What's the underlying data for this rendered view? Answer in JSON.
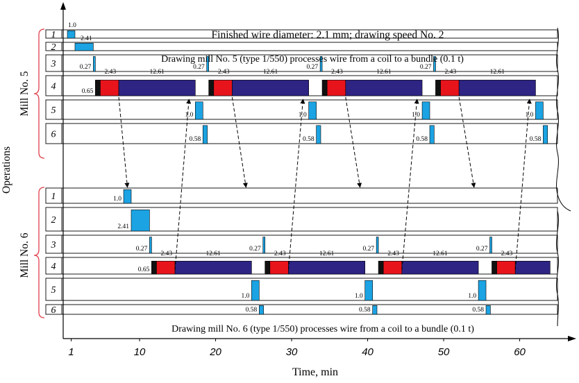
{
  "header": {
    "title": "Finished wire diameter: 2.1 mm; drawing speed No. 2",
    "mill5_caption": "Drawing mill No. 5 (type 1/550) processes wire from a coil to a bundle (0.1 t)"
  },
  "footer": {
    "mill6_caption": "Drawing mill No. 6 (type 1/550) processes wire from a coil to a bundle (0.1 t)"
  },
  "axes": {
    "y_title": "Operations",
    "x_title": "Time, min",
    "x_ticks": [
      "1",
      "10",
      "20",
      "30",
      "40",
      "50",
      "60"
    ]
  },
  "colors": {
    "blue_op": "#1ba3e3",
    "red_op": "#e8141c",
    "long_op": "#2d2484",
    "marker": "#111111",
    "bracket": "#e0404a",
    "line": "#000000"
  },
  "chart_data": {
    "type": "gantt",
    "x_unit": "min",
    "x_range": [
      0,
      64
    ],
    "operation_labels": [
      "1",
      "2",
      "3",
      "4",
      "5",
      "6"
    ],
    "mills": [
      {
        "name": "Mill No. 5",
        "operations": [
          {
            "op": "1",
            "bars": [
              {
                "start": 0.5,
                "end": 1.5,
                "label": "1.0",
                "color": "blue_op"
              }
            ]
          },
          {
            "op": "2",
            "bars": [
              {
                "start": 1.5,
                "end": 3.91,
                "label": "2.41",
                "color": "blue_op"
              }
            ]
          },
          {
            "op": "3",
            "bars": [
              {
                "start": 3.91,
                "end": 4.18,
                "label": "0.27",
                "color": "blue_op"
              },
              {
                "start": 18.83,
                "end": 19.1,
                "label": "0.27",
                "color": "blue_op"
              },
              {
                "start": 33.75,
                "end": 34.02,
                "label": "0.27",
                "color": "blue_op"
              },
              {
                "start": 48.67,
                "end": 48.94,
                "label": "0.27",
                "color": "blue_op"
              }
            ]
          },
          {
            "op": "4",
            "bars": [
              {
                "start": 4.18,
                "end": 4.83,
                "label": "0.65",
                "color": "marker"
              },
              {
                "start": 4.83,
                "end": 7.26,
                "label": "2.43",
                "color": "red_op"
              },
              {
                "start": 7.26,
                "end": 17.33,
                "label": "12.61",
                "color": "long_op"
              },
              {
                "start": 19.1,
                "end": 19.75,
                "label": "",
                "color": "marker"
              },
              {
                "start": 19.75,
                "end": 22.18,
                "label": "2.43",
                "color": "red_op"
              },
              {
                "start": 22.18,
                "end": 32.25,
                "label": "12.61",
                "color": "long_op"
              },
              {
                "start": 34.02,
                "end": 34.67,
                "label": "",
                "color": "marker"
              },
              {
                "start": 34.67,
                "end": 37.1,
                "label": "2.43",
                "color": "red_op"
              },
              {
                "start": 37.1,
                "end": 47.17,
                "label": "12.61",
                "color": "long_op"
              },
              {
                "start": 48.94,
                "end": 49.59,
                "label": "",
                "color": "marker"
              },
              {
                "start": 49.59,
                "end": 52.02,
                "label": "2.43",
                "color": "red_op"
              },
              {
                "start": 52.02,
                "end": 62.09,
                "label": "12.61",
                "color": "long_op"
              }
            ]
          },
          {
            "op": "5",
            "bars": [
              {
                "start": 17.33,
                "end": 18.33,
                "label": "1.0",
                "color": "blue_op"
              },
              {
                "start": 32.25,
                "end": 33.25,
                "label": "1.0",
                "color": "blue_op"
              },
              {
                "start": 47.17,
                "end": 48.17,
                "label": "1.0",
                "color": "blue_op"
              },
              {
                "start": 62.09,
                "end": 63.09,
                "label": "1.0",
                "color": "blue_op"
              }
            ]
          },
          {
            "op": "6",
            "bars": [
              {
                "start": 18.33,
                "end": 18.91,
                "label": "0.58",
                "color": "blue_op"
              },
              {
                "start": 33.25,
                "end": 33.83,
                "label": "0.58",
                "color": "blue_op"
              },
              {
                "start": 48.17,
                "end": 48.75,
                "label": "0.58",
                "color": "blue_op"
              },
              {
                "start": 63.09,
                "end": 63.67,
                "label": "0.58",
                "color": "blue_op"
              }
            ]
          }
        ]
      },
      {
        "name": "Mill No. 6",
        "operations": [
          {
            "op": "1",
            "bars": [
              {
                "start": 7.9,
                "end": 8.9,
                "label": "1.0",
                "color": "blue_op"
              }
            ]
          },
          {
            "op": "2",
            "bars": [
              {
                "start": 8.9,
                "end": 11.31,
                "label": "2.41",
                "color": "blue_op"
              }
            ]
          },
          {
            "op": "3",
            "bars": [
              {
                "start": 11.31,
                "end": 11.58,
                "label": "0.27",
                "color": "blue_op"
              },
              {
                "start": 26.23,
                "end": 26.5,
                "label": "0.27",
                "color": "blue_op"
              },
              {
                "start": 41.15,
                "end": 41.42,
                "label": "0.27",
                "color": "blue_op"
              },
              {
                "start": 56.07,
                "end": 56.34,
                "label": "0.27",
                "color": "blue_op"
              }
            ]
          },
          {
            "op": "4",
            "bars": [
              {
                "start": 11.58,
                "end": 12.23,
                "label": "0.65",
                "color": "marker"
              },
              {
                "start": 12.23,
                "end": 14.66,
                "label": "2.43",
                "color": "red_op"
              },
              {
                "start": 14.66,
                "end": 24.73,
                "label": "12.61",
                "color": "long_op"
              },
              {
                "start": 26.5,
                "end": 27.15,
                "label": "",
                "color": "marker"
              },
              {
                "start": 27.15,
                "end": 29.58,
                "label": "2.43",
                "color": "red_op"
              },
              {
                "start": 29.58,
                "end": 39.65,
                "label": "12.61",
                "color": "long_op"
              },
              {
                "start": 41.42,
                "end": 42.07,
                "label": "",
                "color": "marker"
              },
              {
                "start": 42.07,
                "end": 44.5,
                "label": "2.43",
                "color": "red_op"
              },
              {
                "start": 44.5,
                "end": 54.57,
                "label": "12.61",
                "color": "long_op"
              },
              {
                "start": 56.34,
                "end": 56.99,
                "label": "",
                "color": "marker"
              },
              {
                "start": 56.99,
                "end": 59.42,
                "label": "2.43",
                "color": "red_op"
              },
              {
                "start": 59.42,
                "end": 64.0,
                "label": "",
                "color": "long_op"
              }
            ]
          },
          {
            "op": "5",
            "bars": [
              {
                "start": 24.73,
                "end": 25.73,
                "label": "1.0",
                "color": "blue_op"
              },
              {
                "start": 39.65,
                "end": 40.65,
                "label": "1.0",
                "color": "blue_op"
              },
              {
                "start": 54.57,
                "end": 55.57,
                "label": "1.0",
                "color": "blue_op"
              }
            ]
          },
          {
            "op": "6",
            "bars": [
              {
                "start": 25.73,
                "end": 26.31,
                "label": "0.58",
                "color": "blue_op"
              },
              {
                "start": 40.65,
                "end": 41.23,
                "label": "0.58",
                "color": "blue_op"
              },
              {
                "start": 55.57,
                "end": 56.15,
                "label": "0.58",
                "color": "blue_op"
              }
            ]
          }
        ]
      }
    ],
    "transfers": [
      {
        "from_mill": "Mill No. 5",
        "from_time": 7.26,
        "to_mill": "Mill No. 6",
        "to_time": 8.4
      },
      {
        "from_mill": "Mill No. 5",
        "from_time": 22.18,
        "to_mill": "Mill No. 6",
        "to_time": 24.0
      },
      {
        "from_mill": "Mill No. 5",
        "from_time": 37.1,
        "to_mill": "Mill No. 6",
        "to_time": 39.0
      },
      {
        "from_mill": "Mill No. 5",
        "from_time": 52.02,
        "to_mill": "Mill No. 6",
        "to_time": 54.0
      },
      {
        "from_mill": "Mill No. 6",
        "from_time": 14.66,
        "to_mill": "Mill No. 5",
        "to_time": 16.5
      },
      {
        "from_mill": "Mill No. 6",
        "from_time": 29.58,
        "to_mill": "Mill No. 5",
        "to_time": 31.5
      },
      {
        "from_mill": "Mill No. 6",
        "from_time": 44.5,
        "to_mill": "Mill No. 5",
        "to_time": 46.5
      },
      {
        "from_mill": "Mill No. 6",
        "from_time": 59.42,
        "to_mill": "Mill No. 5",
        "to_time": 61.3
      }
    ]
  }
}
